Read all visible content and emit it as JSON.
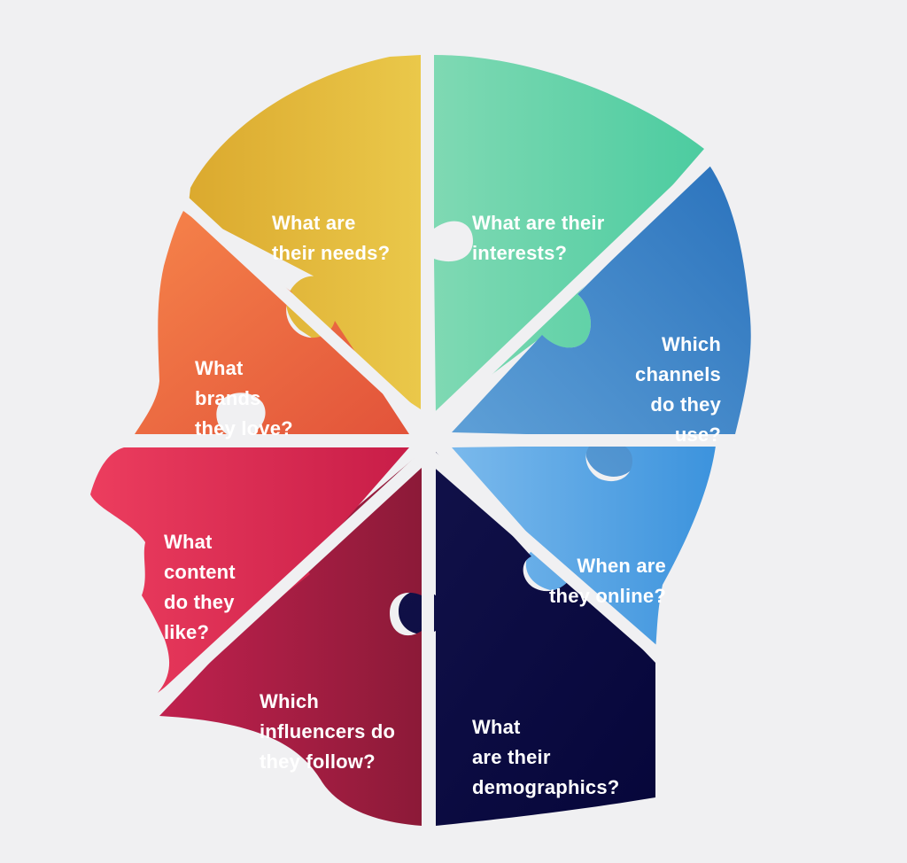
{
  "colors": {
    "background": "#f0f0f2",
    "needs": [
      "#dba92e",
      "#eac84a"
    ],
    "interests": [
      "#7fd9b3",
      "#4ccca0"
    ],
    "channels": [
      "#62a3d9",
      "#2a72bc"
    ],
    "online": [
      "#7ab9ec",
      "#3c93dd"
    ],
    "demographics": [
      "#12124a",
      "#06063a"
    ],
    "influencers": [
      "#c0214e",
      "#8c1a38"
    ],
    "content": [
      "#ec3d5e",
      "#c81d48"
    ],
    "brands": [
      "#f6844a",
      "#e2533a"
    ]
  },
  "pieces": [
    {
      "id": "needs",
      "lines": [
        "What are",
        "their needs?"
      ]
    },
    {
      "id": "interests",
      "lines": [
        "What are their",
        "interests?"
      ]
    },
    {
      "id": "channels",
      "lines": [
        "Which",
        "channels",
        "do they",
        "use?"
      ]
    },
    {
      "id": "online",
      "lines": [
        "When are",
        "they online?"
      ]
    },
    {
      "id": "demographics",
      "lines": [
        "What",
        "are their",
        "demographics?"
      ]
    },
    {
      "id": "influencers",
      "lines": [
        "Which",
        "influencers do",
        "they follow?"
      ]
    },
    {
      "id": "content",
      "lines": [
        "What",
        "content",
        "do they",
        "like?"
      ]
    },
    {
      "id": "brands",
      "lines": [
        "What",
        "brands",
        "they love?"
      ]
    }
  ]
}
